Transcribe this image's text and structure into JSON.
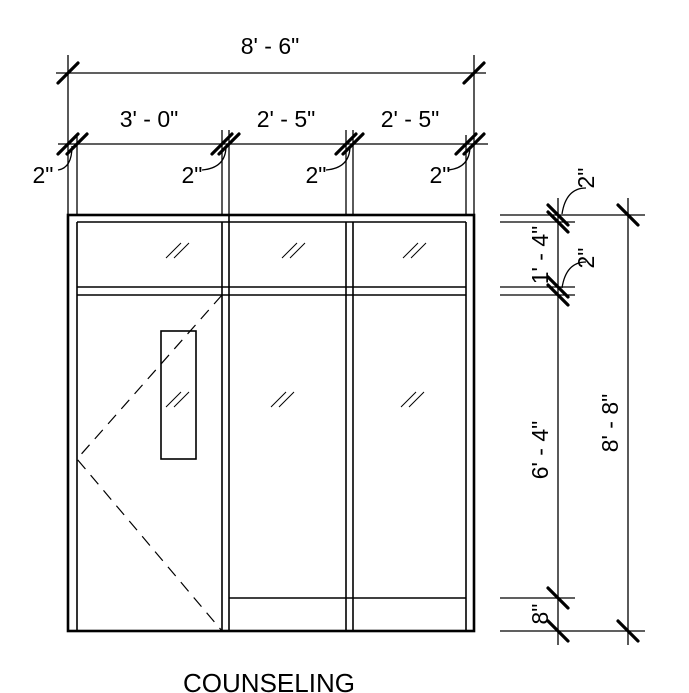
{
  "drawing": {
    "dimensions": {
      "overall_width": "8' - 6\"",
      "door_width": "3' - 0\"",
      "panel_width_1": "2' - 5\"",
      "panel_width_2": "2' - 5\"",
      "mullion_1": "2\"",
      "mullion_2": "2\"",
      "mullion_3": "2\"",
      "mullion_4": "2\"",
      "head_frame": "2\"",
      "transom_height": "1' - 4\"",
      "transom_bar": "2\"",
      "door_height": "6' - 4\"",
      "sill_height": "8\"",
      "overall_height": "8' - 8\""
    },
    "caption": "COUNSELING"
  }
}
